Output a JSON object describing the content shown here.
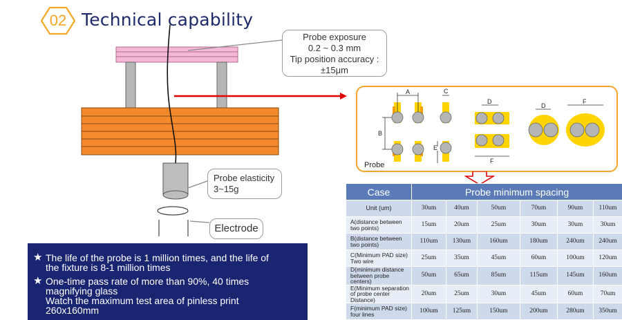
{
  "header": {
    "badge_number": "02",
    "title": "Technical capability"
  },
  "callouts": {
    "exposure": [
      "Probe exposure",
      "0.2 ~ 0.3 mm",
      "Tip position accuracy :",
      "±15μm"
    ],
    "elasticity": [
      "Probe elasticity",
      "3~15g"
    ],
    "electrode": "Electrode"
  },
  "diagram": {
    "letters": [
      "A",
      "B",
      "C",
      "D",
      "E",
      "F",
      "D",
      "F"
    ],
    "probe_label": "Probe"
  },
  "info": {
    "bullets": [
      [
        "The life of the probe is 1 million times, and the life of",
        "the fixture is 8-1 million times"
      ],
      [
        "One-time pass rate of more than 90%, 40 times",
        "magnifying glass",
        "Watch the maximum test area of pinless print",
        "260x160mm"
      ]
    ],
    "star": "★"
  },
  "table": {
    "header_case": "Case",
    "header_spacing": "Probe minimum spacing",
    "rows": [
      {
        "label": "Unit (um)",
        "values": [
          "30um",
          "40um",
          "50um",
          "70um",
          "90um",
          "110um"
        ]
      },
      {
        "label": "A(distance between two points)",
        "values": [
          "15um",
          "20um",
          "25um",
          "30um",
          "30um",
          "30um"
        ]
      },
      {
        "label": "B(distance between two points)",
        "values": [
          "110um",
          "130um",
          "160um",
          "180um",
          "240um",
          "240um"
        ]
      },
      {
        "label": "C(Minimum PAD size) Two wire",
        "values": [
          "25um",
          "35um",
          "45um",
          "60um",
          "100um",
          "120um"
        ]
      },
      {
        "label": "D(minimum distance between probe centers)",
        "values": [
          "50um",
          "65um",
          "85um",
          "115um",
          "145um",
          "160um"
        ]
      },
      {
        "label": "E(Minimum separation of probe center Distance)",
        "values": [
          "20um",
          "25um",
          "30um",
          "45um",
          "60um",
          "70um"
        ]
      },
      {
        "label": "F(minimum PAD size) four lines",
        "values": [
          "100um",
          "125um",
          "150um",
          "200um",
          "280um",
          "350um"
        ]
      }
    ]
  },
  "colors": {
    "navy": "#1a2572",
    "orange": "#f5a623",
    "table_header": "#5b7bb8",
    "arrow_red": "#e00000"
  }
}
